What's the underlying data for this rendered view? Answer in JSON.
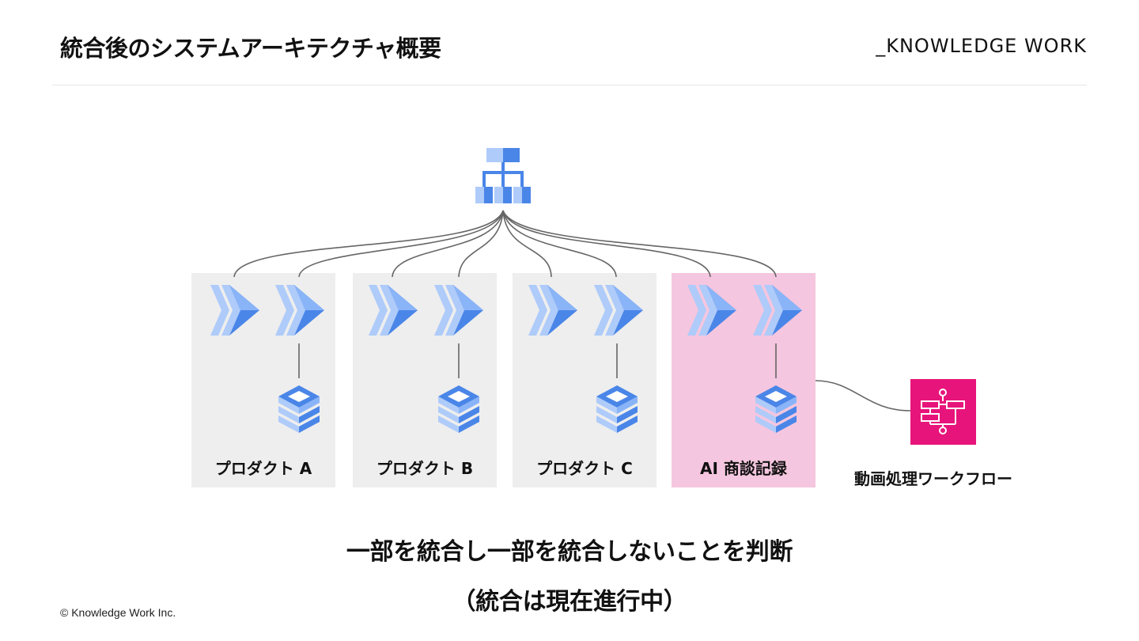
{
  "header": {
    "title": "統合後のシステムアーキテクチャ概要",
    "brand": "_KNOWLEDGE WORK"
  },
  "diagram": {
    "products": [
      {
        "label": "プロダクト A",
        "highlight": false
      },
      {
        "label": "プロダクト B",
        "highlight": false
      },
      {
        "label": "プロダクト C",
        "highlight": false
      },
      {
        "label": "AI 商談記録",
        "highlight": true
      }
    ],
    "workflow_label": "動画処理ワークフロー",
    "root_icon": "hierarchy-icon",
    "service_icon": "double-chevron-icon",
    "database_icon": "stacked-database-icon",
    "workflow_icon": "step-functions-icon",
    "colors": {
      "panel": "#eeeeee",
      "highlight_panel": "#f5c6df",
      "icon_blue": "#4a86e8",
      "icon_light_blue": "#aecbfa",
      "workflow_pink": "#e7157b",
      "connector": "#666666"
    }
  },
  "message": {
    "line1": "一部を統合し一部を統合しないことを判断",
    "line2": "（統合は現在進行中）"
  },
  "footer": {
    "copyright": "© Knowledge Work Inc."
  }
}
